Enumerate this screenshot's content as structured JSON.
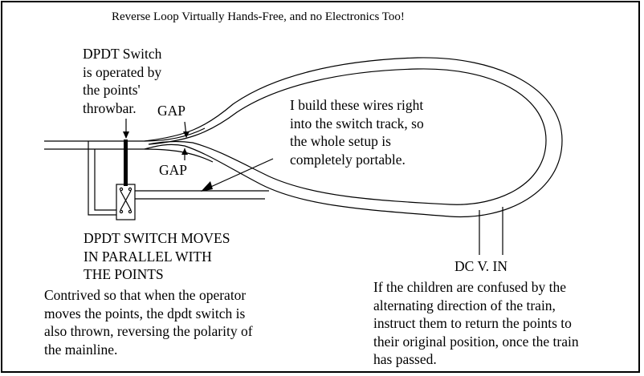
{
  "title": "Reverse Loop Virtually Hands-Free, and no Electronics Too!",
  "labels": {
    "dpdt_note": "DPDT Switch\nis operated by\nthe points'\nthrowbar.",
    "gap_top": "GAP",
    "gap_bottom": "GAP",
    "wires_note": "I build these wires right\ninto the switch track, so\nthe whole setup is\ncompletely portable.",
    "switch_moves": "DPDT SWITCH MOVES\nIN PARALLEL WITH\nTHE POINTS",
    "contrived_note": "Contrived so that when the operator\nmoves the points, the dpdt switch is\nalso thrown, reversing the polarity of\nthe mainline.",
    "dc_in": "DC V. IN",
    "children_note": "If the children are confused by the\nalternating direction of the train,\ninstruct them to return the points to\ntheir original position, once the train\nhas passed."
  },
  "colors": {
    "line": "#000000",
    "background": "#ffffff"
  }
}
